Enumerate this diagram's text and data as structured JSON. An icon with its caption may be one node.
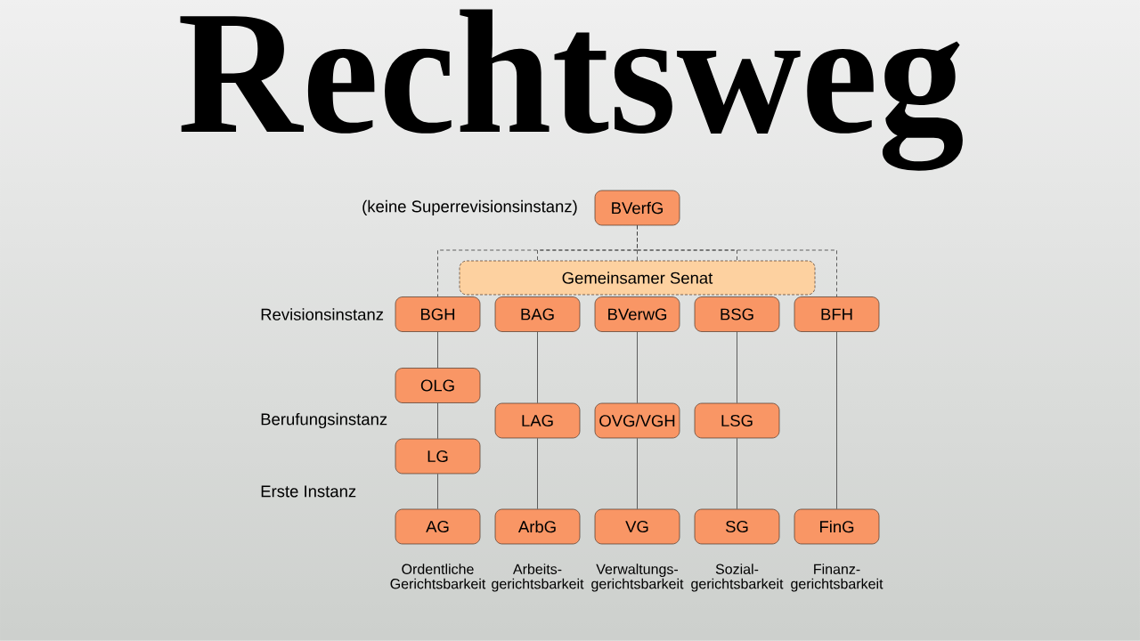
{
  "diagram": {
    "title": "Rechtsweg",
    "nodes": [
      {
        "text": [
          "BVerfG"
        ]
      },
      {
        "text": [
          "Gemeinsamer Senat"
        ]
      },
      {
        "text": [
          "BGH"
        ]
      },
      {
        "text": [
          "BAG"
        ]
      },
      {
        "text": [
          "BVerwG"
        ]
      },
      {
        "text": [
          "BSG"
        ]
      },
      {
        "text": [
          "BFH"
        ]
      },
      {
        "text": [
          "OLG"
        ]
      },
      {
        "text": [
          "LAG"
        ]
      },
      {
        "text": [
          "OVG/VGH"
        ]
      },
      {
        "text": [
          "LSG"
        ]
      },
      {
        "text": [
          "LG"
        ]
      },
      {
        "text": [
          "AG"
        ],
        "beside": [
          "Ordentliche Gerichtsbarkeit"
        ]
      },
      {
        "text": [
          "ArbG"
        ],
        "beside": [
          "Arbeits- gerichtsbarkeit"
        ]
      },
      {
        "text": [
          "VG"
        ],
        "beside": [
          "Verwaltungs- gerichtsbarkeit"
        ]
      },
      {
        "text": [
          "SG"
        ],
        "beside": [
          "Sozial- gerichtsbarkeit"
        ]
      },
      {
        "text": [
          "FinG"
        ],
        "beside": [
          "Finanz- gerichtsbarkeit"
        ]
      }
    ],
    "edges": [
      {
        "from": 0,
        "to": 2,
        "arrow": "none",
        "style": "dashed"
      },
      {
        "from": 0,
        "to": 1,
        "arrow": "none",
        "style": "dashed"
      },
      {
        "from": 0,
        "to": 6,
        "arrow": "none",
        "style": "dashed"
      },
      {
        "from": 2,
        "to": 7,
        "arrow": "none"
      },
      {
        "from": 7,
        "to": 11,
        "arrow": "none"
      },
      {
        "from": 11,
        "to": 12,
        "arrow": "none"
      },
      {
        "from": 3,
        "to": 8,
        "arrow": "none"
      },
      {
        "from": 8,
        "to": 13,
        "arrow": "none"
      },
      {
        "from": 4,
        "to": 9,
        "arrow": "none"
      },
      {
        "from": 9,
        "to": 14,
        "arrow": "none"
      },
      {
        "from": 5,
        "to": 10,
        "arrow": "none"
      },
      {
        "from": 10,
        "to": 15,
        "arrow": "none"
      },
      {
        "from": 6,
        "to": 16,
        "arrow": "none"
      }
    ],
    "labels": [
      "(keine Superrevisionsinstanz)",
      "Revisionsinstanz",
      "Berufungsinstanz",
      "Erste Instanz"
    ]
  }
}
